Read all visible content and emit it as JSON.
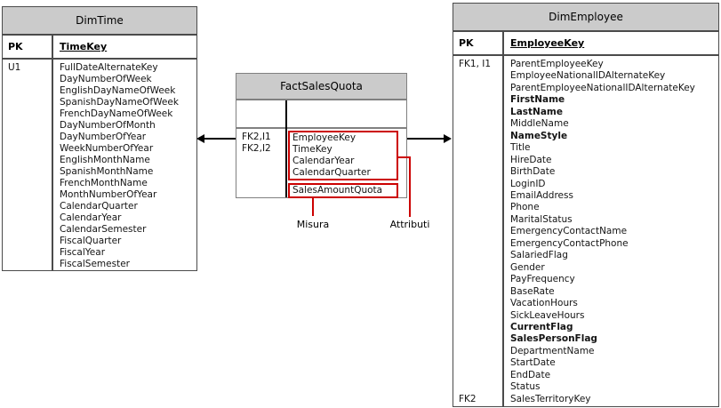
{
  "tables": {
    "dim_time": {
      "title": "DimTime",
      "pk": {
        "key": "PK",
        "column": "TimeKey"
      },
      "attributes": [
        {
          "key": "U1",
          "name": "FullDateAlternateKey"
        },
        {
          "name": "DayNumberOfWeek"
        },
        {
          "name": "EnglishDayNameOfWeek"
        },
        {
          "name": "SpanishDayNameOfWeek"
        },
        {
          "name": "FrenchDayNameOfWeek"
        },
        {
          "name": "DayNumberOfMonth"
        },
        {
          "name": "DayNumberOfYear"
        },
        {
          "name": "WeekNumberOfYear"
        },
        {
          "name": "EnglishMonthName"
        },
        {
          "name": "SpanishMonthName"
        },
        {
          "name": "FrenchMonthName"
        },
        {
          "name": "MonthNumberOfYear"
        },
        {
          "name": "CalendarQuarter"
        },
        {
          "name": "CalendarYear"
        },
        {
          "name": "CalendarSemester"
        },
        {
          "name": "FiscalQuarter"
        },
        {
          "name": "FiscalYear"
        },
        {
          "name": "FiscalSemester"
        }
      ]
    },
    "fact_sales_quota": {
      "title": "FactSalesQuota",
      "key_labels": [
        "FK2,I1",
        "FK2,I2"
      ],
      "attribute_columns": [
        "EmployeeKey",
        "TimeKey",
        "CalendarYear",
        "CalendarQuarter"
      ],
      "measure_column": "SalesAmountQuota"
    },
    "dim_employee": {
      "title": "DimEmployee",
      "pk": {
        "key": "PK",
        "column": "EmployeeKey"
      },
      "attributes": [
        {
          "key": "FK1, I1",
          "name": "ParentEmployeeKey"
        },
        {
          "name": "EmployeeNationalIDAlternateKey"
        },
        {
          "name": "ParentEmployeeNationalIDAlternateKey"
        },
        {
          "name": "FirstName",
          "bold": true
        },
        {
          "name": "LastName",
          "bold": true
        },
        {
          "name": "MiddleName"
        },
        {
          "name": "NameStyle",
          "bold": true
        },
        {
          "name": "Title"
        },
        {
          "name": "HireDate"
        },
        {
          "name": "BirthDate"
        },
        {
          "name": "LoginID"
        },
        {
          "name": "EmailAddress"
        },
        {
          "name": "Phone"
        },
        {
          "name": "MaritalStatus"
        },
        {
          "name": "EmergencyContactName"
        },
        {
          "name": "EmergencyContactPhone"
        },
        {
          "name": "SalariedFlag"
        },
        {
          "name": "Gender"
        },
        {
          "name": "PayFrequency"
        },
        {
          "name": "BaseRate"
        },
        {
          "name": "VacationHours"
        },
        {
          "name": "SickLeaveHours"
        },
        {
          "name": "CurrentFlag",
          "bold": true
        },
        {
          "name": "SalesPersonFlag",
          "bold": true
        },
        {
          "name": "DepartmentName"
        },
        {
          "name": "StartDate"
        },
        {
          "name": "EndDate"
        },
        {
          "name": "Status"
        },
        {
          "key": "FK2",
          "name": "SalesTerritoryKey"
        }
      ]
    }
  },
  "annotations": {
    "measure_label": "Misura",
    "attributes_label": "Attributi",
    "highlight_color": "#cc0000",
    "header_bg_color": "#cbcbcb"
  }
}
